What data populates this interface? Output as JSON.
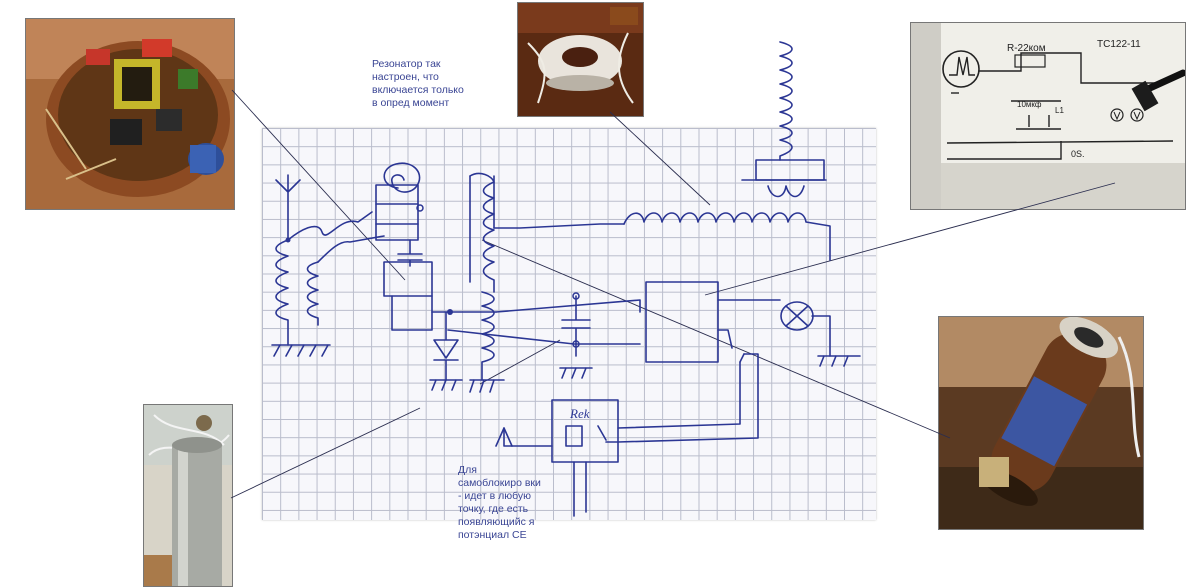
{
  "annotations": {
    "resonator_note": "Резонатор так настроен, что включается только в опред момент",
    "selfblock_note": "Для самоблокиро вки - идет в любую точку, где есть появляющийс я потэнциал СЕ"
  },
  "schematic": {
    "relay_label": "Rek"
  },
  "reference_photo": {
    "resistor_label": "R-22ком",
    "thyristor_label": "ТС122-11",
    "capacitor_label": "10мкф",
    "coil_label": "L1",
    "ground_label": "0S."
  },
  "colors": {
    "ink": "#2b3694",
    "note_text": "#3a4594",
    "grid_line": "#b9bccb",
    "paper": "#f7f7fb",
    "leader_line": "#2a2d4f"
  }
}
